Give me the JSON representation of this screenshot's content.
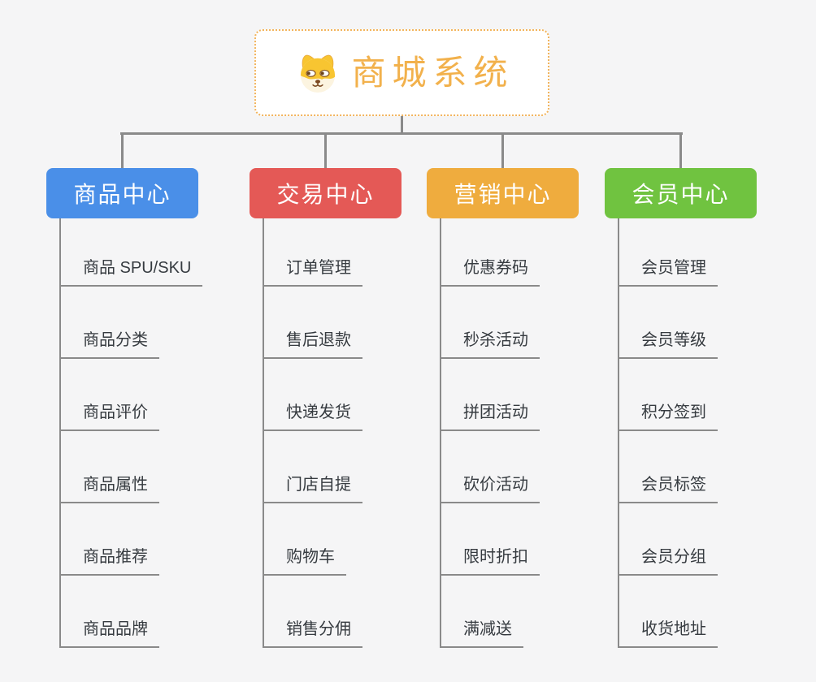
{
  "root": {
    "title": "商城系统",
    "icon": "dog-face-icon"
  },
  "colors": {
    "background": "#F5F5F6",
    "connector": "#8A8A8A",
    "root_border": "#F2B45C",
    "root_text": "#F2B14C",
    "item_text": "#363B40"
  },
  "branches": [
    {
      "label": "商品中心",
      "color": "#4A8FE8",
      "items": [
        "商品 SPU/SKU",
        "商品分类",
        "商品评价",
        "商品属性",
        "商品推荐",
        "商品品牌"
      ]
    },
    {
      "label": "交易中心",
      "color": "#E45956",
      "items": [
        "订单管理",
        "售后退款",
        "快递发货",
        "门店自提",
        "购物车",
        "销售分佣"
      ]
    },
    {
      "label": "营销中心",
      "color": "#EFAC3E",
      "items": [
        "优惠券码",
        "秒杀活动",
        "拼团活动",
        "砍价活动",
        "限时折扣",
        "满减送"
      ]
    },
    {
      "label": "会员中心",
      "color": "#70C340",
      "items": [
        "会员管理",
        "会员等级",
        "积分签到",
        "会员标签",
        "会员分组",
        "收货地址"
      ]
    }
  ]
}
